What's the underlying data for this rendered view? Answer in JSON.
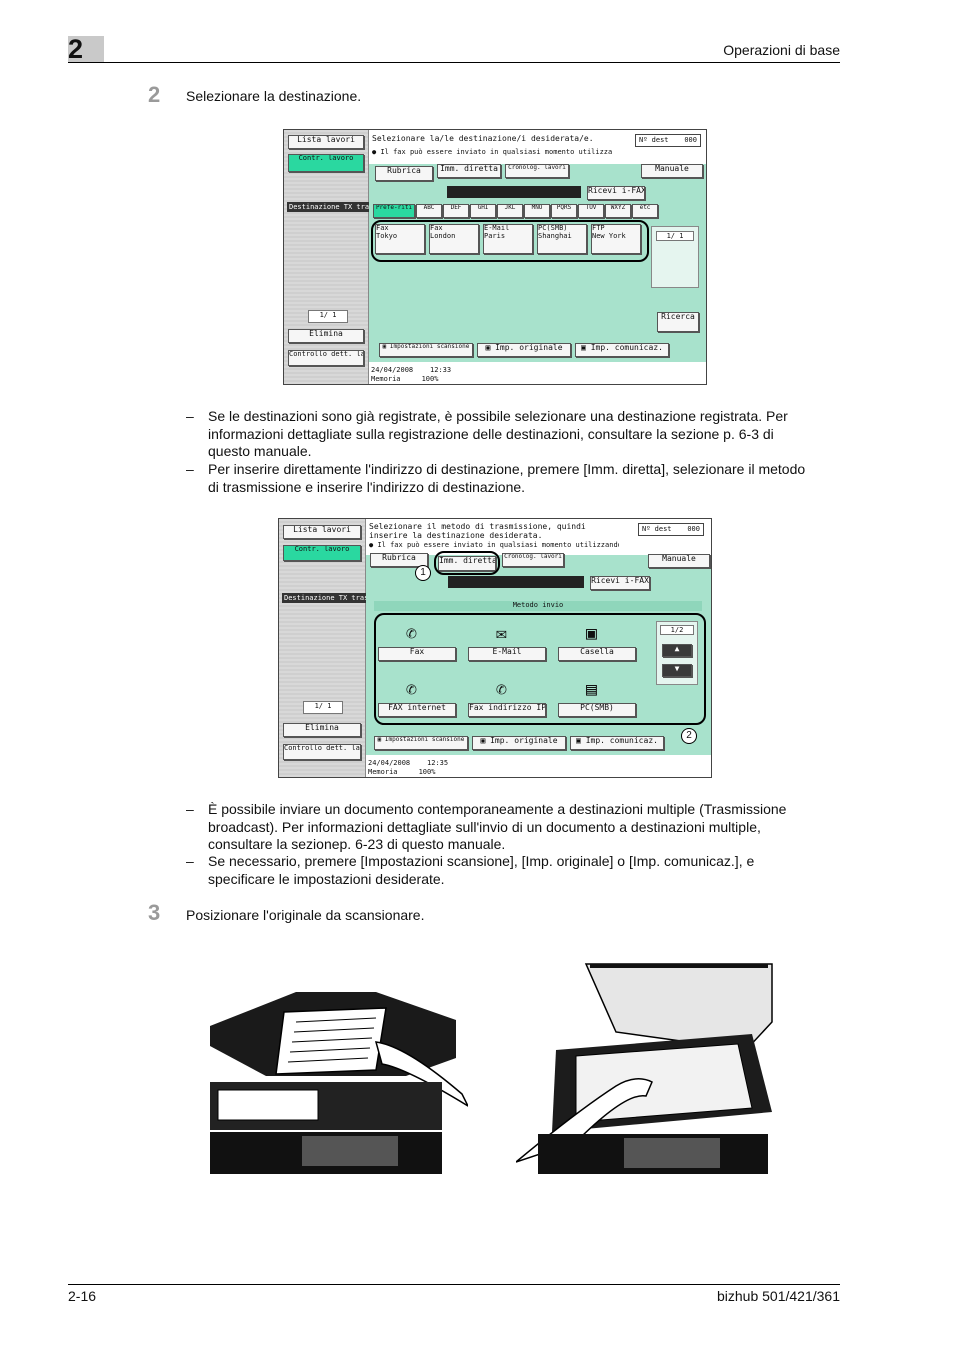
{
  "header": {
    "chapter": "2",
    "title": "Operazioni di base"
  },
  "steps": [
    {
      "num": "2",
      "text": "Selezionare la destinazione."
    },
    {
      "num": "3",
      "text": "Posizionare l'originale da scansionare."
    }
  ],
  "bullets_a": [
    "Se le destinazioni sono già registrate, è possibile selezionare una destinazione registrata. Per informazioni dettagliate sulla registrazione delle destinazioni, consultare la sezione p. 6-3 di questo manuale.",
    "Per inserire direttamente l'indirizzo di destinazione, premere [Imm. diretta], selezionare il metodo di trasmissione e inserire l'indirizzo di destinazione."
  ],
  "bullets_b": [
    "È possibile inviare un documento contemporaneamente a destinazioni multiple (Trasmissione broadcast). Per informazioni dettagliate sull'invio di un documento a destinazioni multiple, consultare la sezionep. 6-23 di questo manuale.",
    "Se necessario, premere [Impostazioni scansione], [Imp. originale] o [Imp. comunicaz.], e specificare le impostazioni desiderate."
  ],
  "dash": "–",
  "screen1": {
    "job_list": "Lista lavori",
    "job_details": "Contr. lavoro",
    "tx_dest": "Destinazione TX trasmissione",
    "page": "1/ 1",
    "delete": "Elimina",
    "check_job": "Controllo dett. lavoro",
    "prompt": "Selezionare la/le destinazione/i desiderata/e.",
    "hint": "Il fax può essere inviato in qualsiasi momento utilizzando il tastierino numerico.",
    "dest_count_label": "Nº dest",
    "dest_count": "000",
    "tabs": [
      "Rubrica",
      "Imm. diretta",
      "Cronolog. lavori"
    ],
    "manual": "Manuale",
    "receive_ifax": "Ricevi i-FAX",
    "index": [
      "Prefe-riti",
      "ABC",
      "DEF",
      "GHI",
      "JKL",
      "MNO",
      "PQRS",
      "TUV",
      "WXYZ",
      "etc"
    ],
    "destinations": [
      {
        "type": "Fax",
        "name": "Tokyo"
      },
      {
        "type": "Fax",
        "name": "London"
      },
      {
        "type": "E-Mail",
        "name": "Paris"
      },
      {
        "type": "PC(SMB)",
        "name": "Shanghai"
      },
      {
        "type": "FTP",
        "name": "New York"
      }
    ],
    "list_page": "1/ 1",
    "search": "Ricerca",
    "bottom": [
      "Impostazioni scansione",
      "Imp. originale",
      "Imp. comunicaz."
    ],
    "date": "24/04/2008",
    "time": "12:33",
    "memory_label": "Memoria",
    "memory": "100%"
  },
  "screen2": {
    "job_list": "Lista lavori",
    "job_details": "Contr. lavoro",
    "tx_dest": "Destinazione TX trasmissione",
    "page": "1/ 1",
    "delete": "Elimina",
    "check_job": "Controllo dett. lavoro",
    "prompt": "Selezionare il metodo di trasmissione, quindi inserire la destinazione desiderata.",
    "hint": "Il fax può essere inviato in qualsiasi momento utilizzando il tastierino numerico.",
    "dest_count_label": "Nº dest",
    "dest_count": "000",
    "tabs": [
      "Rubrica",
      "Imm. diretta",
      "Cronolog. lavori"
    ],
    "manual": "Manuale",
    "receive_ifax": "Ricevi i-FAX",
    "method_title": "Metodo invio",
    "methods": [
      "Fax",
      "E-Mail",
      "Casella",
      "FAX internet",
      "Fax indirizzo IP",
      "PC(SMB)"
    ],
    "method_page": "1/2",
    "bottom": [
      "Impostazioni scansione",
      "Imp. originale",
      "Imp. comunicaz."
    ],
    "date": "24/04/2008",
    "time": "12:35",
    "memory_label": "Memoria",
    "memory": "100%",
    "callouts": [
      "1",
      "2"
    ]
  },
  "footer": {
    "page": "2-16",
    "product": "bizhub 501/421/361"
  }
}
